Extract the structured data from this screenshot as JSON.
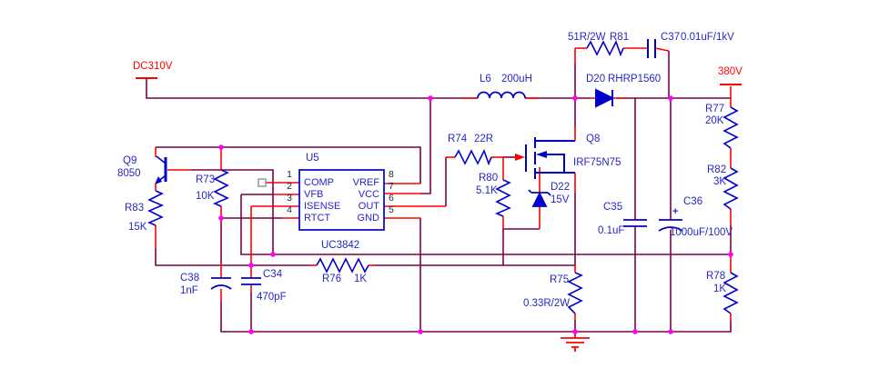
{
  "nets": {
    "input": "DC310V",
    "output": "380V"
  },
  "controller": {
    "designator": "U5",
    "part": "UC3842",
    "pins_left": [
      "COMP",
      "VFB",
      "ISENSE",
      "RTCT"
    ],
    "pins_right": [
      "VREF",
      "VCC",
      "OUT",
      "GND"
    ],
    "pin_numbers_left": [
      "1",
      "2",
      "3",
      "4"
    ],
    "pin_numbers_right": [
      "8",
      "7",
      "6",
      "5"
    ]
  },
  "components": {
    "l6": {
      "ref": "L6",
      "value": "200uH"
    },
    "r81": {
      "ref": "R81",
      "value": "51R/2W"
    },
    "c37": {
      "ref": "C37",
      "value": "0.01uF/1kV"
    },
    "d20": {
      "ref": "D20",
      "value": "RHRP1560"
    },
    "q8": {
      "ref": "Q8",
      "value": "IRF75N75"
    },
    "r74": {
      "ref": "R74",
      "value": "22R"
    },
    "r80": {
      "ref": "R80",
      "value": "5.1K"
    },
    "d22": {
      "ref": "D22",
      "value": "15V"
    },
    "q9": {
      "ref": "Q9",
      "value": "8050"
    },
    "r73": {
      "ref": "R73",
      "value": "10K"
    },
    "r83": {
      "ref": "R83",
      "value": "15K"
    },
    "c38": {
      "ref": "C38",
      "value": "1nF"
    },
    "c34": {
      "ref": "C34",
      "value": "470pF"
    },
    "r76": {
      "ref": "R76",
      "value": "1K"
    },
    "r75": {
      "ref": "R75",
      "value": "0.33R/2W"
    },
    "c35": {
      "ref": "C35",
      "value": "0.1uF"
    },
    "c36": {
      "ref": "C36",
      "value": "1000uF/100V",
      "polarity": "+"
    },
    "r77": {
      "ref": "R77",
      "value": "20K"
    },
    "r82": {
      "ref": "R82",
      "value": "3K"
    },
    "r78": {
      "ref": "R78",
      "value": "1K"
    }
  },
  "colors": {
    "wire": "#7a0045",
    "stub": "#ff0000",
    "component": "#0000cc",
    "label": "#2626c8",
    "net_label": "#ff0000",
    "junction": "#ff00ff"
  }
}
